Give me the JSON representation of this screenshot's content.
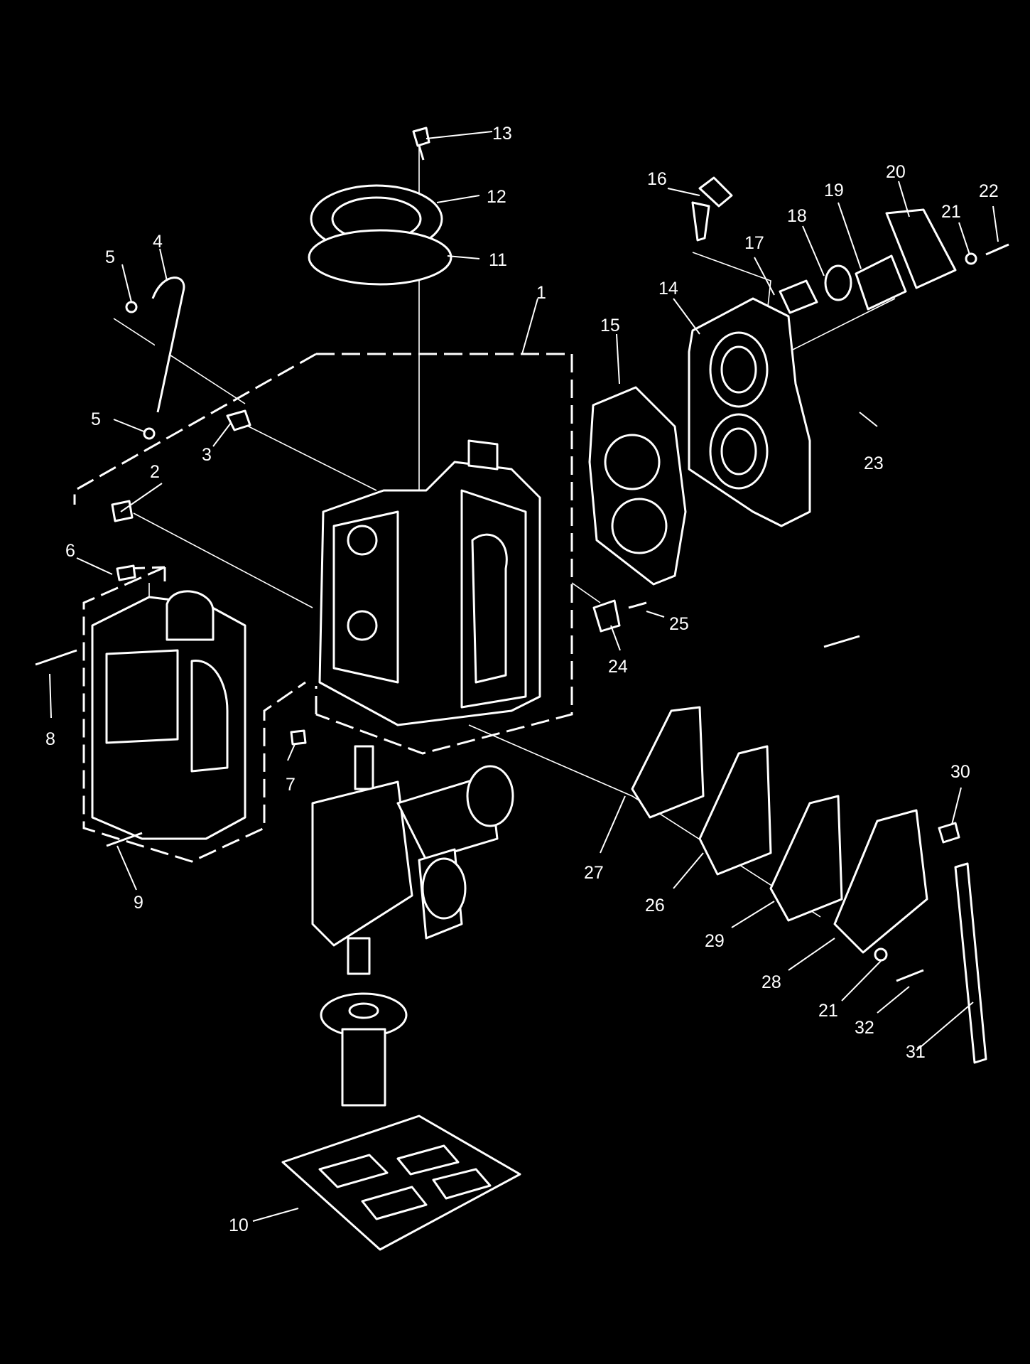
{
  "colors": {
    "background": "#000000",
    "line": "#ffffff"
  },
  "callouts": [
    {
      "id": "p1",
      "text": "1"
    },
    {
      "id": "p2",
      "text": "2"
    },
    {
      "id": "p3",
      "text": "3"
    },
    {
      "id": "p4",
      "text": "4"
    },
    {
      "id": "p5a",
      "text": "5"
    },
    {
      "id": "p5b",
      "text": "5"
    },
    {
      "id": "p6",
      "text": "6"
    },
    {
      "id": "p7",
      "text": "7"
    },
    {
      "id": "p8",
      "text": "8"
    },
    {
      "id": "p9",
      "text": "9"
    },
    {
      "id": "p10",
      "text": "10"
    },
    {
      "id": "p11",
      "text": "11"
    },
    {
      "id": "p12",
      "text": "12"
    },
    {
      "id": "p13",
      "text": "13"
    },
    {
      "id": "p14",
      "text": "14"
    },
    {
      "id": "p15",
      "text": "15"
    },
    {
      "id": "p16",
      "text": "16"
    },
    {
      "id": "p17",
      "text": "17"
    },
    {
      "id": "p18",
      "text": "18"
    },
    {
      "id": "p19",
      "text": "19"
    },
    {
      "id": "p20",
      "text": "20"
    },
    {
      "id": "p21a",
      "text": "21"
    },
    {
      "id": "p21b",
      "text": "21"
    },
    {
      "id": "p22",
      "text": "22"
    },
    {
      "id": "p23",
      "text": "23"
    },
    {
      "id": "p24",
      "text": "24"
    },
    {
      "id": "p25",
      "text": "25"
    },
    {
      "id": "p26",
      "text": "26"
    },
    {
      "id": "p27",
      "text": "27"
    },
    {
      "id": "p28",
      "text": "28"
    },
    {
      "id": "p29",
      "text": "29"
    },
    {
      "id": "p30",
      "text": "30"
    },
    {
      "id": "p31",
      "text": "31"
    },
    {
      "id": "p32",
      "text": "32"
    }
  ]
}
